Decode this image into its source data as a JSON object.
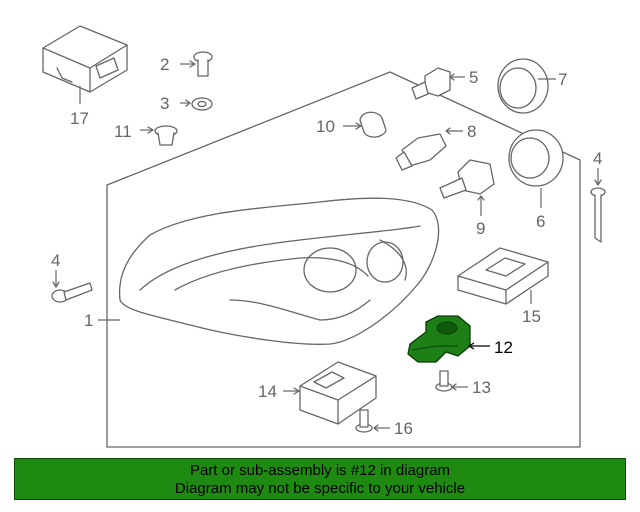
{
  "callouts": {
    "c1": "1",
    "c2": "2",
    "c3": "3",
    "c4a": "4",
    "c4b": "4",
    "c5": "5",
    "c6": "6",
    "c7": "7",
    "c8": "8",
    "c9": "9",
    "c10": "10",
    "c11": "11",
    "c12": "12",
    "c13": "13",
    "c14": "14",
    "c15": "15",
    "c16": "16",
    "c17": "17"
  },
  "highlight": {
    "part_number": "12",
    "fill_color": "#1f7f17"
  },
  "banner": {
    "line1": "Part or sub-assembly is #12 in diagram",
    "line2": "Diagram may not be specific to your vehicle",
    "background": "#1f8a12"
  }
}
